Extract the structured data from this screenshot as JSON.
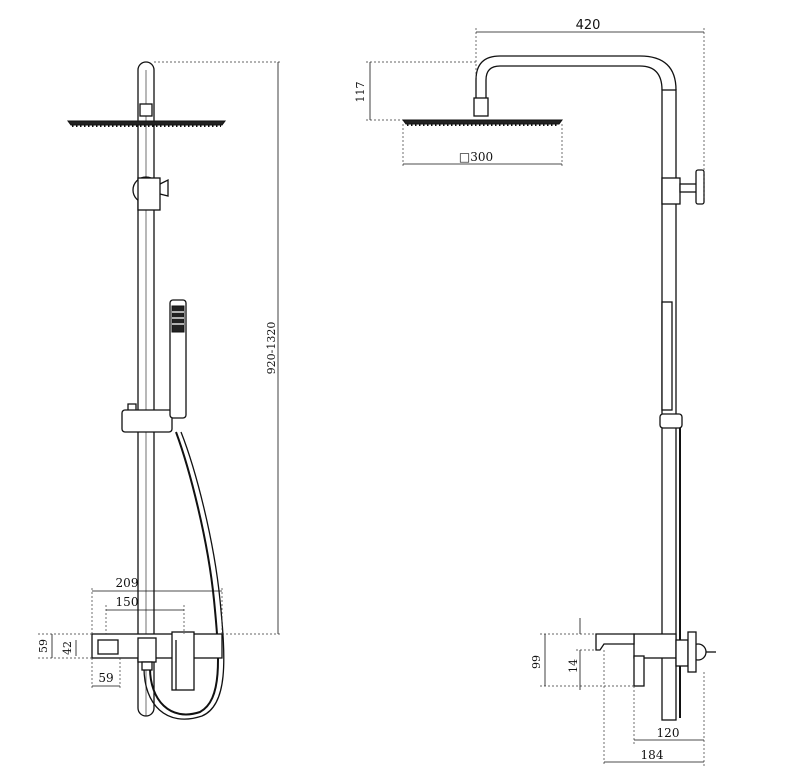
{
  "dimensions": {
    "front_total_height": "920-1320",
    "front_mixer_width": "209",
    "front_mixer_inner": "150",
    "front_mixer_height": "59",
    "front_mixer_inner_height": "42",
    "front_mixer_outlet": "59",
    "side_arm_reach": "420",
    "side_head_drop": "117",
    "side_head_size": "□300",
    "side_spout_height": "99",
    "side_spout_offset": "14",
    "side_mixer_depth": "120",
    "side_total_depth": "184"
  }
}
